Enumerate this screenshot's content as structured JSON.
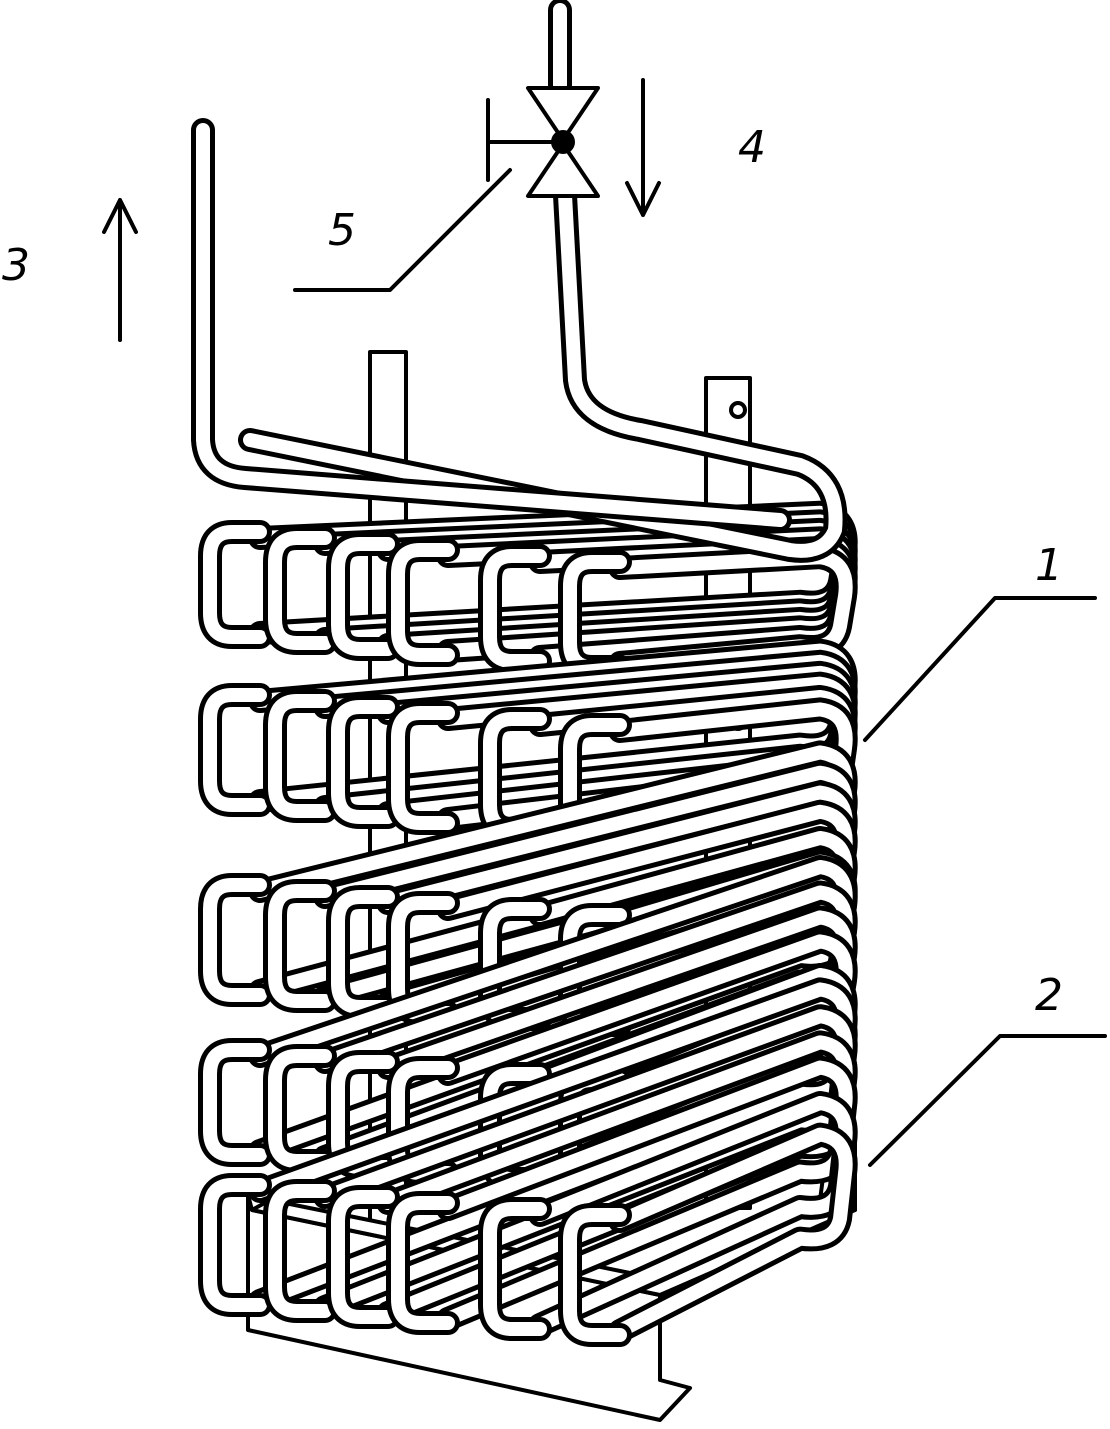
{
  "labels": {
    "coil": "1",
    "support_bracket": "2",
    "outflow": "3",
    "inflow": "4",
    "valve": "5"
  },
  "colors": {
    "line": "#000000",
    "background": "#ffffff"
  },
  "icons": {
    "outflow_arrow": "arrow-up-icon",
    "inflow_arrow": "arrow-down-icon",
    "valve": "globe-valve-icon"
  }
}
